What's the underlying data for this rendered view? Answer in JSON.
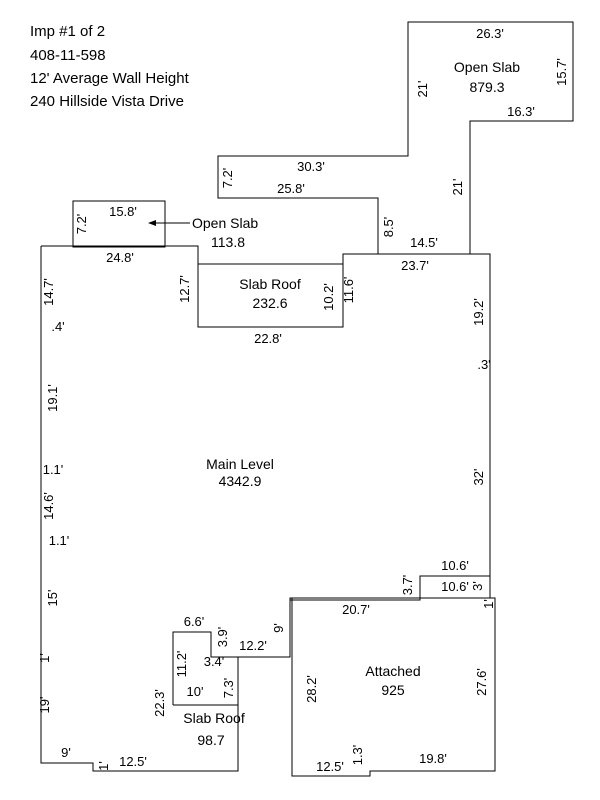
{
  "header": {
    "imp": "Imp #1 of 2",
    "parcel": "408-11-598",
    "wall_height": "12' Average Wall Height",
    "address": "240 Hillside Vista Drive"
  },
  "areas": {
    "open_slab_top": {
      "name": "Open Slab",
      "value": "879.3"
    },
    "open_slab_left": {
      "name": "Open Slab",
      "value": "113.8"
    },
    "slab_roof_top": {
      "name": "Slab Roof",
      "value": "232.6"
    },
    "main_level": {
      "name": "Main Level",
      "value": "4342.9"
    },
    "attached": {
      "name": "Attached",
      "value": "925"
    },
    "slab_roof_bottom": {
      "name": "Slab Roof",
      "value": "98.7"
    }
  },
  "dims": {
    "d_26_3": "26.3'",
    "d_15_7": "15.7'",
    "d_21_a": "21'",
    "d_16_3": "16.3'",
    "d_21_b": "21'",
    "d_30_3": "30.3'",
    "d_7_2_a": "7.2'",
    "d_25_8": "25.8'",
    "d_8_5": "8.5'",
    "d_14_5": "14.5'",
    "d_15_8": "15.8'",
    "d_7_2_b": "7.2'",
    "d_24_8": "24.8'",
    "d_12_7": "12.7'",
    "d_10_2": "10.2'",
    "d_11_6": "11.6'",
    "d_23_7": "23.7'",
    "d_22_8": "22.8'",
    "d_14_7": "14.7'",
    "d_0_4": ".4'",
    "d_19_1": "19.1'",
    "d_1_1_a": "1.1'",
    "d_14_6": "14.6'",
    "d_1_1_b": "1.1'",
    "d_15": "15'",
    "d_1_a": "1'",
    "d_19": "19'",
    "d_9": "9'",
    "d_1_b": "1'",
    "d_12_5_a": "12.5'",
    "d_19_2": "19.2'",
    "d_0_3": ".3'",
    "d_32": "32'",
    "d_10_6_a": "10.6'",
    "d_10_6_b": "10.6'",
    "d_3": "3'",
    "d_1_c": "1'",
    "d_3_7": "3.7'",
    "d_20_7": "20.7'",
    "d_6_6": "6.6'",
    "d_3_9": "3.9'",
    "d_9_b": "9'",
    "d_12_2": "12.2'",
    "d_11_2": "11.2'",
    "d_3_4": "3.4'",
    "d_7_3": "7.3'",
    "d_10": "10'",
    "d_22_3": "22.3'",
    "d_28_2": "28.2'",
    "d_27_6": "27.6'",
    "d_12_5_b": "12.5'",
    "d_1_3": "1.3'",
    "d_19_8": "19.8'"
  }
}
